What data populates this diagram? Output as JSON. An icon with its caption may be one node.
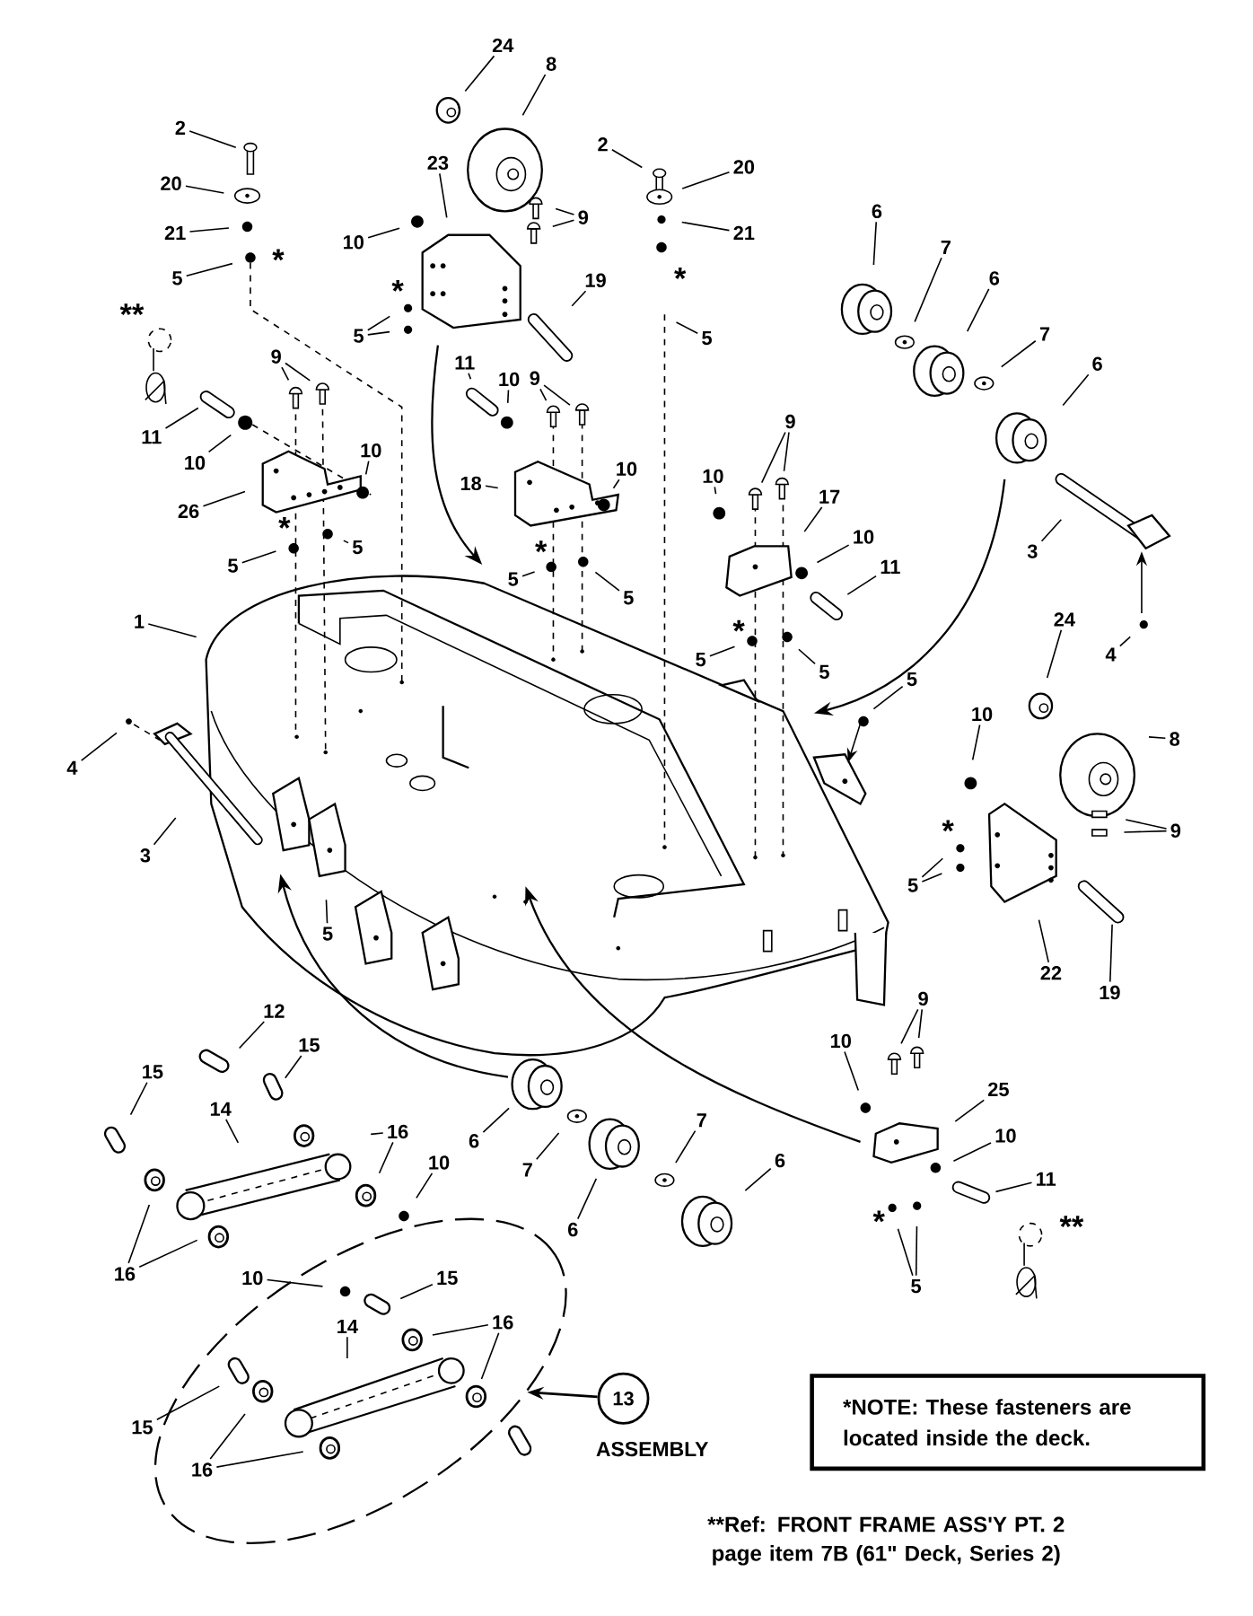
{
  "diagram": {
    "nodes": [
      {
        "text": [
          "2"
        ]
      },
      {
        "text": [
          "20"
        ]
      },
      {
        "text": [
          "21"
        ]
      },
      {
        "text": [
          "5"
        ],
        "beside": [
          "*"
        ]
      },
      {
        "text": [
          "9"
        ]
      },
      {
        "text": [
          "11"
        ]
      },
      {
        "text": [
          "10"
        ]
      },
      {
        "text": [
          "26"
        ]
      },
      {
        "text": [
          "10"
        ]
      },
      {
        "text": [
          "5"
        ],
        "beside": [
          "*"
        ]
      },
      {
        "text": [
          "5"
        ]
      },
      {
        "text": [
          "1"
        ]
      },
      {
        "text": [
          "4"
        ]
      },
      {
        "text": [
          "3"
        ]
      },
      {
        "text": [
          "5"
        ]
      },
      {
        "text": [
          "24"
        ]
      },
      {
        "text": [
          "8"
        ]
      },
      {
        "text": [
          "23"
        ]
      },
      {
        "text": [
          "10"
        ]
      },
      {
        "text": [
          "5"
        ],
        "beside": [
          "*"
        ]
      },
      {
        "text": [
          "9"
        ]
      },
      {
        "text": [
          "19"
        ]
      },
      {
        "text": [
          "11"
        ]
      },
      {
        "text": [
          "10"
        ]
      },
      {
        "text": [
          "9"
        ]
      },
      {
        "text": [
          "18"
        ]
      },
      {
        "text": [
          "10"
        ]
      },
      {
        "text": [
          "5"
        ],
        "beside": [
          "*"
        ]
      },
      {
        "text": [
          "5"
        ]
      },
      {
        "text": [
          "2"
        ]
      },
      {
        "text": [
          "20"
        ]
      },
      {
        "text": [
          "21"
        ]
      },
      {
        "text": [
          "5"
        ],
        "beside": [
          "*"
        ]
      },
      {
        "text": [
          "10"
        ]
      },
      {
        "text": [
          "9"
        ]
      },
      {
        "text": [
          "17"
        ]
      },
      {
        "text": [
          "10"
        ]
      },
      {
        "text": [
          "11"
        ]
      },
      {
        "text": [
          "5"
        ],
        "beside": [
          "*"
        ]
      },
      {
        "text": [
          "5"
        ]
      },
      {
        "text": [
          "6"
        ]
      },
      {
        "text": [
          "7"
        ]
      },
      {
        "text": [
          "6"
        ]
      },
      {
        "text": [
          "7"
        ]
      },
      {
        "text": [
          "6"
        ]
      },
      {
        "text": [
          "3"
        ]
      },
      {
        "text": [
          "4"
        ]
      },
      {
        "text": [
          "5"
        ]
      },
      {
        "text": [
          "24"
        ]
      },
      {
        "text": [
          "8"
        ]
      },
      {
        "text": [
          "10"
        ]
      },
      {
        "text": [
          "9"
        ]
      },
      {
        "text": [
          "5"
        ],
        "beside": [
          "*"
        ]
      },
      {
        "text": [
          "22"
        ]
      },
      {
        "text": [
          "19"
        ]
      },
      {
        "text": [
          "12"
        ]
      },
      {
        "text": [
          "15"
        ]
      },
      {
        "text": [
          "15"
        ]
      },
      {
        "text": [
          "14"
        ]
      },
      {
        "text": [
          "16"
        ]
      },
      {
        "text": [
          "10"
        ]
      },
      {
        "text": [
          "16"
        ]
      },
      {
        "text": [
          "6"
        ]
      },
      {
        "text": [
          "7"
        ]
      },
      {
        "text": [
          "6"
        ]
      },
      {
        "text": [
          "7"
        ]
      },
      {
        "text": [
          "6"
        ]
      },
      {
        "text": [
          "9"
        ]
      },
      {
        "text": [
          "10"
        ]
      },
      {
        "text": [
          "25"
        ]
      },
      {
        "text": [
          "10"
        ]
      },
      {
        "text": [
          "11"
        ]
      },
      {
        "text": [
          "5"
        ],
        "beside": [
          "*"
        ]
      },
      {
        "text": [],
        "shape": "ellipse"
      },
      {
        "text": [
          "10"
        ]
      },
      {
        "text": [
          "15"
        ],
        "in": 73
      },
      {
        "text": [
          "14"
        ],
        "in": 73
      },
      {
        "text": [
          "16"
        ],
        "in": 73
      },
      {
        "text": [
          "15"
        ]
      },
      {
        "text": [
          "16"
        ],
        "in": 73
      },
      {
        "text": [
          "13"
        ],
        "beside": [
          "ASSEMBLY"
        ]
      },
      {
        "text": [
          "*NOTE: These fasteners are located inside the deck."
        ]
      }
    ],
    "edges": [
      {
        "from": 0,
        "to": null,
        "arrow": "none"
      },
      {
        "from": 1,
        "to": null,
        "arrow": "none"
      },
      {
        "from": 2,
        "to": null,
        "arrow": "none"
      },
      {
        "from": 3,
        "to": null,
        "arrow": "none"
      },
      {
        "from": 4,
        "to": null,
        "arrow": "none"
      },
      {
        "from": 4,
        "to": null,
        "arrow": "none"
      },
      {
        "from": 5,
        "to": null,
        "arrow": "none"
      },
      {
        "from": 6,
        "to": null,
        "arrow": "none"
      },
      {
        "from": 7,
        "to": null,
        "arrow": "none"
      },
      {
        "from": 8,
        "to": null,
        "arrow": "none"
      },
      {
        "from": 9,
        "to": null,
        "arrow": "none"
      },
      {
        "from": 10,
        "to": null,
        "arrow": "none"
      },
      {
        "from": 11,
        "to": null,
        "arrow": "none"
      },
      {
        "from": 12,
        "to": null,
        "arrow": "none"
      },
      {
        "from": 13,
        "to": null,
        "arrow": "none"
      },
      {
        "from": 14,
        "to": null,
        "arrow": "none"
      },
      {
        "from": 15,
        "to": null,
        "arrow": "none"
      },
      {
        "from": 16,
        "to": null,
        "arrow": "none"
      },
      {
        "from": 17,
        "to": null,
        "arrow": "none"
      },
      {
        "from": 18,
        "to": null,
        "arrow": "none"
      },
      {
        "from": 19,
        "to": null,
        "arrow": "none"
      },
      {
        "from": 19,
        "to": null,
        "arrow": "none"
      },
      {
        "from": 20,
        "to": null,
        "arrow": "none"
      },
      {
        "from": 20,
        "to": null,
        "arrow": "none"
      },
      {
        "from": 21,
        "to": null,
        "arrow": "none"
      },
      {
        "from": 22,
        "to": null,
        "arrow": "none"
      },
      {
        "from": 23,
        "to": null,
        "arrow": "none"
      },
      {
        "from": 24,
        "to": null,
        "arrow": "none"
      },
      {
        "from": 24,
        "to": null,
        "arrow": "none"
      },
      {
        "from": 25,
        "to": null,
        "arrow": "none"
      },
      {
        "from": 26,
        "to": null,
        "arrow": "none"
      },
      {
        "from": 27,
        "to": null,
        "arrow": "none"
      },
      {
        "from": 28,
        "to": null,
        "arrow": "none"
      },
      {
        "from": 29,
        "to": null,
        "arrow": "none"
      },
      {
        "from": 30,
        "to": null,
        "arrow": "none"
      },
      {
        "from": 31,
        "to": null,
        "arrow": "none"
      },
      {
        "from": 32,
        "to": null,
        "arrow": "none"
      },
      {
        "from": 33,
        "to": null,
        "arrow": "none"
      },
      {
        "from": 34,
        "to": null,
        "arrow": "none"
      },
      {
        "from": 34,
        "to": null,
        "arrow": "none"
      },
      {
        "from": 35,
        "to": null,
        "arrow": "none"
      },
      {
        "from": 36,
        "to": null,
        "arrow": "none"
      },
      {
        "from": 37,
        "to": null,
        "arrow": "none"
      },
      {
        "from": 38,
        "to": null,
        "arrow": "none"
      },
      {
        "from": 39,
        "to": null,
        "arrow": "none"
      },
      {
        "from": 40,
        "to": null,
        "arrow": "none"
      },
      {
        "from": 41,
        "to": null,
        "arrow": "none"
      },
      {
        "from": 42,
        "to": null,
        "arrow": "none"
      },
      {
        "from": 43,
        "to": null,
        "arrow": "none"
      },
      {
        "from": 44,
        "to": null,
        "arrow": "none"
      },
      {
        "from": 45,
        "to": null,
        "arrow": "none"
      },
      {
        "from": 46,
        "to": null,
        "arrow": "none"
      },
      {
        "from": 47,
        "to": null,
        "arrow": "none"
      },
      {
        "from": 48,
        "to": null,
        "arrow": "none"
      },
      {
        "from": 49,
        "to": null,
        "arrow": "none"
      },
      {
        "from": 50,
        "to": null,
        "arrow": "none"
      },
      {
        "from": 51,
        "to": null,
        "arrow": "none"
      },
      {
        "from": 51,
        "to": null,
        "arrow": "none"
      },
      {
        "from": 52,
        "to": null,
        "arrow": "none"
      },
      {
        "from": 52,
        "to": null,
        "arrow": "none"
      },
      {
        "from": 53,
        "to": null,
        "arrow": "none"
      },
      {
        "from": 54,
        "to": null,
        "arrow": "none"
      },
      {
        "from": 55,
        "to": null,
        "arrow": "none"
      },
      {
        "from": 56,
        "to": null,
        "arrow": "none"
      },
      {
        "from": 57,
        "to": null,
        "arrow": "none"
      },
      {
        "from": 58,
        "to": null,
        "arrow": "none"
      },
      {
        "from": 59,
        "to": null,
        "arrow": "none"
      },
      {
        "from": 59,
        "to": null,
        "arrow": "none"
      },
      {
        "from": 60,
        "to": null,
        "arrow": "none"
      },
      {
        "from": 61,
        "to": null,
        "arrow": "none"
      },
      {
        "from": 61,
        "to": null,
        "arrow": "none"
      },
      {
        "from": 62,
        "to": null,
        "arrow": "none"
      },
      {
        "from": 63,
        "to": null,
        "arrow": "none"
      },
      {
        "from": 64,
        "to": null,
        "arrow": "none"
      },
      {
        "from": 65,
        "to": null,
        "arrow": "none"
      },
      {
        "from": 66,
        "to": null,
        "arrow": "none"
      },
      {
        "from": 67,
        "to": null,
        "arrow": "none"
      },
      {
        "from": 67,
        "to": null,
        "arrow": "none"
      },
      {
        "from": 68,
        "to": null,
        "arrow": "none"
      },
      {
        "from": 69,
        "to": null,
        "arrow": "none"
      },
      {
        "from": 70,
        "to": null,
        "arrow": "none"
      },
      {
        "from": 71,
        "to": null,
        "arrow": "none"
      },
      {
        "from": 72,
        "to": null,
        "arrow": "none"
      },
      {
        "from": 72,
        "to": null,
        "arrow": "none"
      },
      {
        "from": 74,
        "to": null,
        "arrow": "none"
      },
      {
        "from": 75,
        "to": null,
        "arrow": "none"
      },
      {
        "from": 76,
        "to": null,
        "arrow": "none"
      },
      {
        "from": 77,
        "to": null,
        "arrow": "none"
      },
      {
        "from": 77,
        "to": null,
        "arrow": "none"
      },
      {
        "from": 78,
        "to": null,
        "arrow": "none"
      },
      {
        "from": 79,
        "to": null,
        "arrow": "none"
      },
      {
        "from": 79,
        "to": null,
        "arrow": "none"
      },
      {
        "from": 80,
        "to": 73,
        "arrow": "to"
      }
    ],
    "labels": [
      "**",
      "**",
      "**Ref: FRONT FRAME ASS'Y PT. 2 page item 7B (61\" Deck, Series 2)"
    ]
  }
}
